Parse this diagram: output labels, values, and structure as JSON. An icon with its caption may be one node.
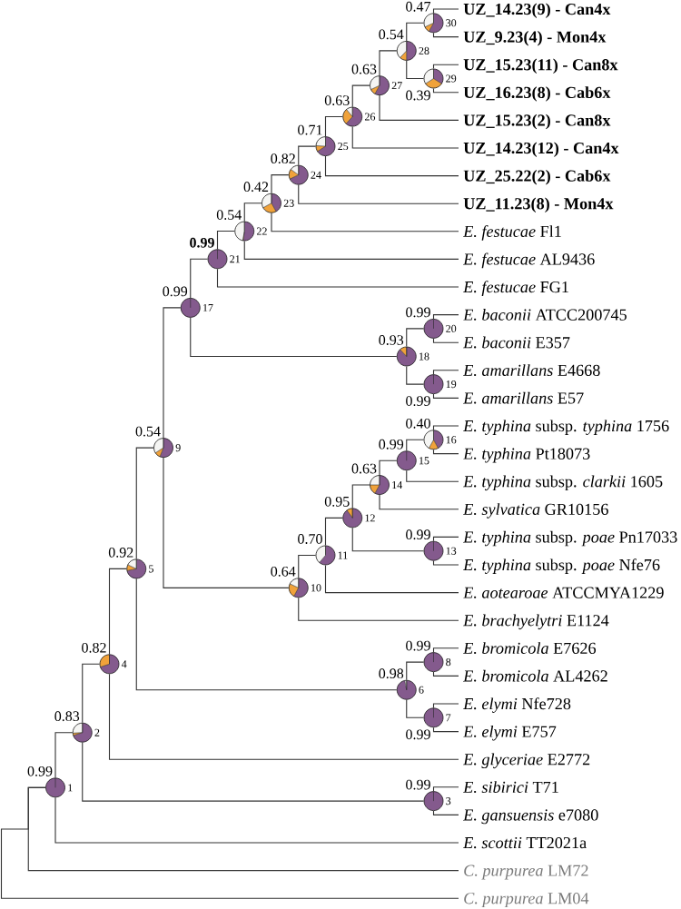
{
  "diagram": {
    "nodes": [
      {
        "text": [],
        "shape": "circle",
        "beside": [
          "0.99",
          "1"
        ]
      },
      {
        "text": [],
        "shape": "circle",
        "beside": [
          "0.83",
          "2"
        ]
      },
      {
        "text": [],
        "shape": "circle",
        "beside": [
          "0.99",
          "3"
        ]
      },
      {
        "text": [],
        "shape": "circle",
        "beside": [
          "0.82",
          "4"
        ]
      },
      {
        "text": [],
        "shape": "circle",
        "beside": [
          "0.92",
          "5"
        ]
      },
      {
        "text": [],
        "shape": "circle",
        "beside": [
          "0.98",
          "6"
        ]
      },
      {
        "text": [],
        "shape": "circle",
        "beside": [
          "0.99",
          "7"
        ]
      },
      {
        "text": [],
        "shape": "circle",
        "beside": [
          "0.99",
          "8"
        ]
      },
      {
        "text": [],
        "shape": "circle",
        "beside": [
          "0.54",
          "9"
        ]
      },
      {
        "text": [],
        "shape": "circle",
        "beside": [
          "0.64",
          "10"
        ]
      },
      {
        "text": [],
        "shape": "circle",
        "beside": [
          "0.70",
          "11"
        ]
      },
      {
        "text": [],
        "shape": "circle",
        "beside": [
          "0.95",
          "12"
        ]
      },
      {
        "text": [],
        "shape": "circle",
        "beside": [
          "0.99",
          "13"
        ]
      },
      {
        "text": [],
        "shape": "circle",
        "beside": [
          "0.63",
          "14"
        ]
      },
      {
        "text": [],
        "shape": "circle",
        "beside": [
          "0.99",
          "15"
        ]
      },
      {
        "text": [],
        "shape": "circle",
        "beside": [
          "0.40",
          "16"
        ]
      },
      {
        "text": [],
        "shape": "circle",
        "beside": [
          "0.99",
          "17"
        ]
      },
      {
        "text": [],
        "shape": "circle",
        "beside": [
          "0.93",
          "18"
        ]
      },
      {
        "text": [],
        "shape": "circle",
        "beside": [
          "0.99",
          "19"
        ]
      },
      {
        "text": [],
        "shape": "circle",
        "beside": [
          "0.99",
          "20"
        ]
      },
      {
        "text": [],
        "shape": "circle",
        "beside": [
          "0.99",
          "21"
        ]
      },
      {
        "text": [],
        "shape": "circle",
        "beside": [
          "0.54",
          "22"
        ]
      },
      {
        "text": [],
        "shape": "circle",
        "beside": [
          "0.42",
          "23"
        ]
      },
      {
        "text": [],
        "shape": "circle",
        "beside": [
          "0.82",
          "24"
        ]
      },
      {
        "text": [],
        "shape": "circle",
        "beside": [
          "0.71",
          "25"
        ]
      },
      {
        "text": [],
        "shape": "circle",
        "beside": [
          "0.63",
          "26"
        ]
      },
      {
        "text": [],
        "shape": "circle",
        "beside": [
          "0.63",
          "27"
        ]
      },
      {
        "text": [],
        "shape": "circle",
        "beside": [
          "0.54",
          "28"
        ]
      },
      {
        "text": [],
        "shape": "circle",
        "beside": [
          "0.39",
          "29"
        ]
      },
      {
        "text": [],
        "shape": "circle",
        "beside": [
          "0.47",
          "30"
        ]
      },
      {
        "text": [
          "UZ_14.23(9) - Can4x"
        ]
      },
      {
        "text": [
          "UZ_9.23(4) - Mon4x"
        ]
      },
      {
        "text": [
          "UZ_15.23(11) - Can8x"
        ]
      },
      {
        "text": [
          "UZ_16.23(8) - Cab6x"
        ]
      },
      {
        "text": [
          "UZ_15.23(2) - Can8x"
        ]
      },
      {
        "text": [
          "UZ_14.23(12) - Can4x"
        ]
      },
      {
        "text": [
          "UZ_25.22(2) - Cab6x"
        ]
      },
      {
        "text": [
          "UZ_11.23(8) - Mon4x"
        ]
      },
      {
        "text": [
          "*E. festucae* Fl1"
        ]
      },
      {
        "text": [
          "*E. festucae* AL9436"
        ]
      },
      {
        "text": [
          "*E. festucae* FG1"
        ]
      },
      {
        "text": [
          "*E. baconii* ATCC200745"
        ]
      },
      {
        "text": [
          "*E. baconii* E357"
        ]
      },
      {
        "text": [
          "*E. amarillans* E4668"
        ]
      },
      {
        "text": [
          "*E. amarillans* E57"
        ]
      },
      {
        "text": [
          "*E. typhina* subsp. *typhina* 1756"
        ]
      },
      {
        "text": [
          "*E. typhina* Pt18073"
        ]
      },
      {
        "text": [
          "*E. typhina* subsp. *clarkii* 1605"
        ]
      },
      {
        "text": [
          "*E. sylvatica* GR10156"
        ]
      },
      {
        "text": [
          "*E. typhina* subsp. *poae* Pn17033"
        ]
      },
      {
        "text": [
          "*E. typhina* subsp. *poae* Nfe76"
        ]
      },
      {
        "text": [
          "*E. aotearoae* ATCCMYA1229"
        ]
      },
      {
        "text": [
          "*E. brachyelytri* E1124"
        ]
      },
      {
        "text": [
          "*E. bromicola* E7626"
        ]
      },
      {
        "text": [
          "*E. bromicola* AL4262"
        ]
      },
      {
        "text": [
          "*E. elymi* Nfe728"
        ]
      },
      {
        "text": [
          "*E. elymi* E757"
        ]
      },
      {
        "text": [
          "*E. glyceriae* E2772"
        ]
      },
      {
        "text": [
          "*E. sibirici* T71"
        ]
      },
      {
        "text": [
          "*E. gansuensis* e7080"
        ]
      },
      {
        "text": [
          "*E. scottii* TT2021a"
        ]
      },
      {
        "text": [
          "*C. purpurea* LM72"
        ]
      },
      {
        "text": [
          "*C. purpurea* LM04"
        ]
      }
    ],
    "edges": [
      {
        "from": 0,
        "to": 1,
        "arrow": "none"
      },
      {
        "from": 0,
        "to": 60,
        "arrow": "none"
      },
      {
        "from": 1,
        "to": 3,
        "arrow": "none"
      },
      {
        "from": 1,
        "to": 2,
        "arrow": "none"
      },
      {
        "from": 2,
        "to": 58,
        "arrow": "none"
      },
      {
        "from": 2,
        "to": 59,
        "arrow": "none"
      },
      {
        "from": 3,
        "to": 4,
        "arrow": "none"
      },
      {
        "from": 3,
        "to": 57,
        "arrow": "none"
      },
      {
        "from": 4,
        "to": 8,
        "arrow": "none"
      },
      {
        "from": 4,
        "to": 5,
        "arrow": "none"
      },
      {
        "from": 5,
        "to": 7,
        "arrow": "none"
      },
      {
        "from": 5,
        "to": 6,
        "arrow": "none"
      },
      {
        "from": 6,
        "to": 55,
        "arrow": "none"
      },
      {
        "from": 6,
        "to": 56,
        "arrow": "none"
      },
      {
        "from": 7,
        "to": 53,
        "arrow": "none"
      },
      {
        "from": 7,
        "to": 54,
        "arrow": "none"
      },
      {
        "from": 8,
        "to": 16,
        "arrow": "none"
      },
      {
        "from": 8,
        "to": 9,
        "arrow": "none"
      },
      {
        "from": 9,
        "to": 10,
        "arrow": "none"
      },
      {
        "from": 9,
        "to": 52,
        "arrow": "none"
      },
      {
        "from": 10,
        "to": 11,
        "arrow": "none"
      },
      {
        "from": 10,
        "to": 51,
        "arrow": "none"
      },
      {
        "from": 11,
        "to": 13,
        "arrow": "none"
      },
      {
        "from": 11,
        "to": 12,
        "arrow": "none"
      },
      {
        "from": 12,
        "to": 49,
        "arrow": "none"
      },
      {
        "from": 12,
        "to": 50,
        "arrow": "none"
      },
      {
        "from": 13,
        "to": 14,
        "arrow": "none"
      },
      {
        "from": 13,
        "to": 48,
        "arrow": "none"
      },
      {
        "from": 14,
        "to": 15,
        "arrow": "none"
      },
      {
        "from": 14,
        "to": 47,
        "arrow": "none"
      },
      {
        "from": 15,
        "to": 45,
        "arrow": "none"
      },
      {
        "from": 15,
        "to": 46,
        "arrow": "none"
      },
      {
        "from": 16,
        "to": 20,
        "arrow": "none"
      },
      {
        "from": 16,
        "to": 17,
        "arrow": "none"
      },
      {
        "from": 17,
        "to": 19,
        "arrow": "none"
      },
      {
        "from": 17,
        "to": 18,
        "arrow": "none"
      },
      {
        "from": 18,
        "to": 43,
        "arrow": "none"
      },
      {
        "from": 18,
        "to": 44,
        "arrow": "none"
      },
      {
        "from": 19,
        "to": 41,
        "arrow": "none"
      },
      {
        "from": 19,
        "to": 42,
        "arrow": "none"
      },
      {
        "from": 20,
        "to": 21,
        "arrow": "none"
      },
      {
        "from": 20,
        "to": 40,
        "arrow": "none"
      },
      {
        "from": 21,
        "to": 22,
        "arrow": "none"
      },
      {
        "from": 21,
        "to": 39,
        "arrow": "none"
      },
      {
        "from": 22,
        "to": 23,
        "arrow": "none"
      },
      {
        "from": 22,
        "to": 38,
        "arrow": "none"
      },
      {
        "from": 23,
        "to": 24,
        "arrow": "none"
      },
      {
        "from": 23,
        "to": 37,
        "arrow": "none"
      },
      {
        "from": 24,
        "to": 25,
        "arrow": "none"
      },
      {
        "from": 24,
        "to": 36,
        "arrow": "none"
      },
      {
        "from": 25,
        "to": 26,
        "arrow": "none"
      },
      {
        "from": 25,
        "to": 35,
        "arrow": "none"
      },
      {
        "from": 26,
        "to": 27,
        "arrow": "none"
      },
      {
        "from": 26,
        "to": 34,
        "arrow": "none"
      },
      {
        "from": 27,
        "to": 29,
        "arrow": "none"
      },
      {
        "from": 27,
        "to": 28,
        "arrow": "none"
      },
      {
        "from": 28,
        "to": 32,
        "arrow": "none"
      },
      {
        "from": 28,
        "to": 33,
        "arrow": "none"
      },
      {
        "from": 29,
        "to": 30,
        "arrow": "none"
      },
      {
        "from": 29,
        "to": 31,
        "arrow": "none"
      },
      {
        "from": 0,
        "to": 61,
        "arrow": "none"
      },
      {
        "from": 0,
        "to": 62,
        "arrow": "none"
      }
    ]
  }
}
